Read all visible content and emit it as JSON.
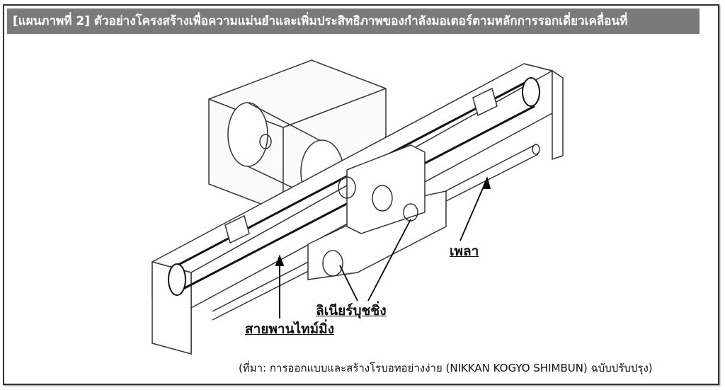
{
  "figure": {
    "title": "[แผนภาพที่ 2] ตัวอย่างโครงสร้างเพื่อความแม่นยำและเพิ่มประสิทธิภาพของกำลังมอเตอร์ตามหลักการรอกเดี่ยวเคลื่อนที่",
    "labels": {
      "shaft": "เพลา",
      "linear_bushing": "ลิเนียร์บุชชิ่ง",
      "timing_belt": "สายพานไทม์มิ่ง"
    },
    "source": "(ที่มา: การออกแบบและสร้างโรบอทอย่างง่าย (NIKKAN KOGYO SHIMBUN) ฉบับปรับปรุง)"
  }
}
